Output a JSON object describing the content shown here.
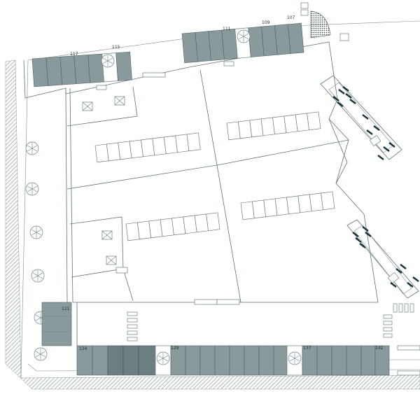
{
  "colors": {
    "background": "#ffffff",
    "line": "#5e7377",
    "shop_fill": "#8a9a9c",
    "shop_dark": "#6b7e80",
    "marking": "#15333a"
  },
  "unit_labels": {
    "u117": "117",
    "u115": "115",
    "u111": "111",
    "u109": "109",
    "u107": "107",
    "u121": "121",
    "u124": "124",
    "u129": "129",
    "u137": "137",
    "u142": "142"
  },
  "icons": [
    "tree-icon",
    "skylight-icon",
    "hatch-corner-icon"
  ]
}
